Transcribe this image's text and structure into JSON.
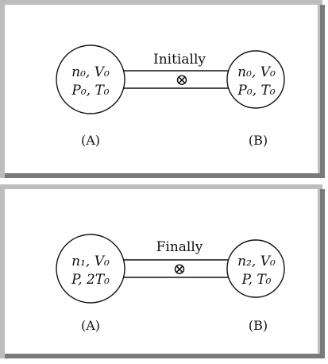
{
  "panels": [
    {
      "title": "Initially",
      "vessel_a": {
        "line1": "n₀, V₀",
        "line2": "P₀, T₀",
        "label": "(A)"
      },
      "vessel_b": {
        "line1": "n₀, V₀",
        "line2": "P₀, T₀",
        "label": "(B)"
      },
      "valve_symbol": "⊗"
    },
    {
      "title": "Finally",
      "vessel_a": {
        "line1": "n₁, V₀",
        "line2": "P, 2T₀",
        "label": "(A)"
      },
      "vessel_b": {
        "line1": "n₂, V₀",
        "line2": "P, T₀",
        "label": "(B)"
      },
      "valve_symbol": "⊗"
    }
  ],
  "colors": {
    "frame_light": "#bdbdbd",
    "frame_dark": "#7a7a7a",
    "ink": "#111111"
  }
}
